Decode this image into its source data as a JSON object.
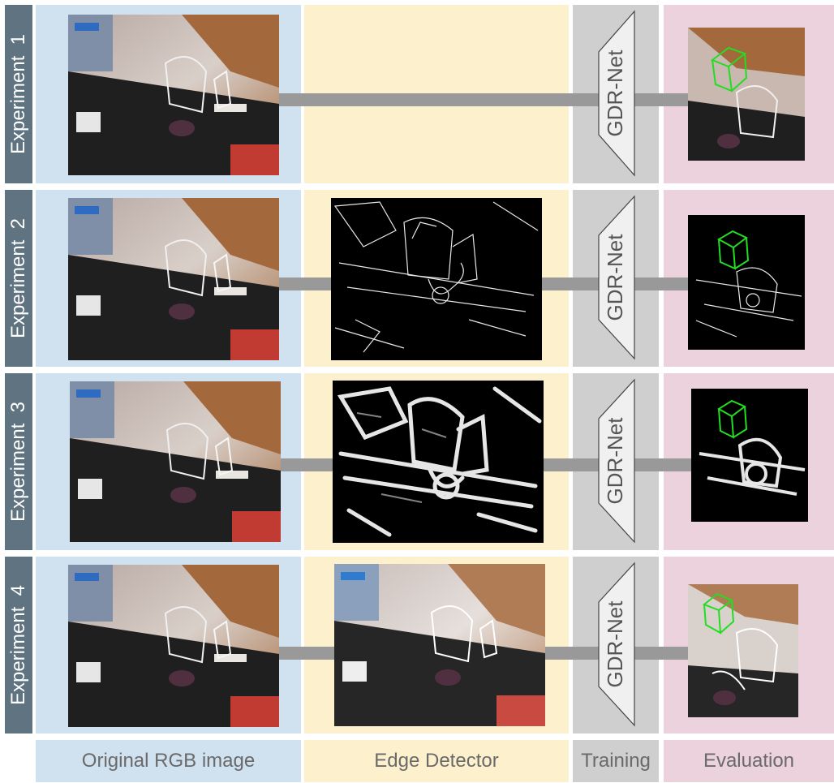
{
  "rows": [
    {
      "label": "Experiment  1",
      "edge_style": "none"
    },
    {
      "label": "Experiment  2",
      "edge_style": "thin"
    },
    {
      "label": "Experiment  3",
      "edge_style": "thick"
    },
    {
      "label": "Experiment  4",
      "edge_style": "enhanced"
    }
  ],
  "network_label": "GDR-Net",
  "columns": {
    "rgb": "Original RGB image",
    "edge": "Edge Detector",
    "train": "Training",
    "eval": "Evaluation"
  },
  "colors": {
    "rgb_column": "#d0e1f0",
    "edge_column": "#fdf0cd",
    "train_column": "#cfcfcf",
    "eval_column": "#ecd2dd",
    "row_label_bg": "#5f7380",
    "pose_box": "#22dd22",
    "connector": "#999999"
  }
}
